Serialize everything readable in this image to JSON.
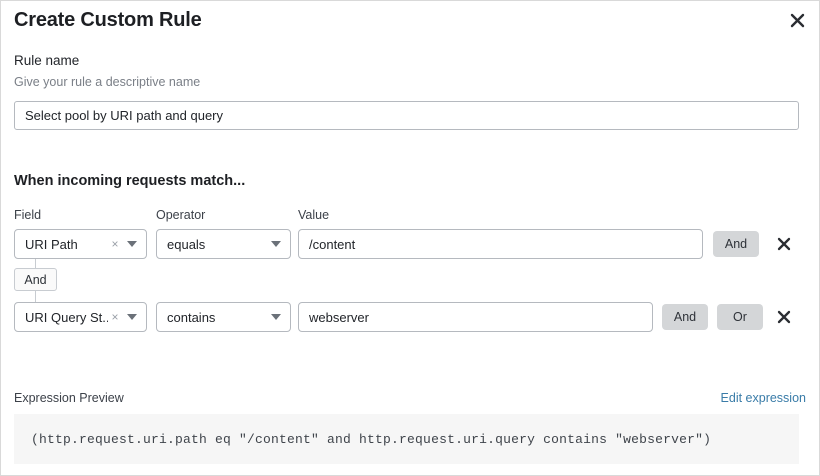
{
  "dialog": {
    "title": "Create Custom Rule",
    "close_icon": "close-icon"
  },
  "rule_name": {
    "label": "Rule name",
    "help": "Give your rule a descriptive name",
    "value": "Select pool by URI path and query",
    "placeholder": ""
  },
  "conditions": {
    "heading": "When incoming requests match...",
    "columns": {
      "field": "Field",
      "operator": "Operator",
      "value": "Value"
    },
    "connector": {
      "label": "And"
    },
    "rows": [
      {
        "field": "URI Path",
        "field_clear": "×",
        "operator": "equals",
        "value": "/content",
        "buttons": [
          "And"
        ],
        "delete_icon": "close-icon"
      },
      {
        "field": "URI Query St...",
        "field_clear": "×",
        "operator": "contains",
        "value": "webserver",
        "buttons": [
          "And",
          "Or"
        ],
        "delete_icon": "close-icon"
      }
    ]
  },
  "expression": {
    "label": "Expression Preview",
    "edit_link": "Edit expression",
    "text": "(http.request.uri.path eq \"/content\" and http.request.uri.query contains \"webserver\")"
  },
  "colors": {
    "accent_link": "#3a7ca8",
    "button_gray": "#d4d6d8",
    "border": "#b5b9bf",
    "preview_bg": "#f6f6f6"
  }
}
